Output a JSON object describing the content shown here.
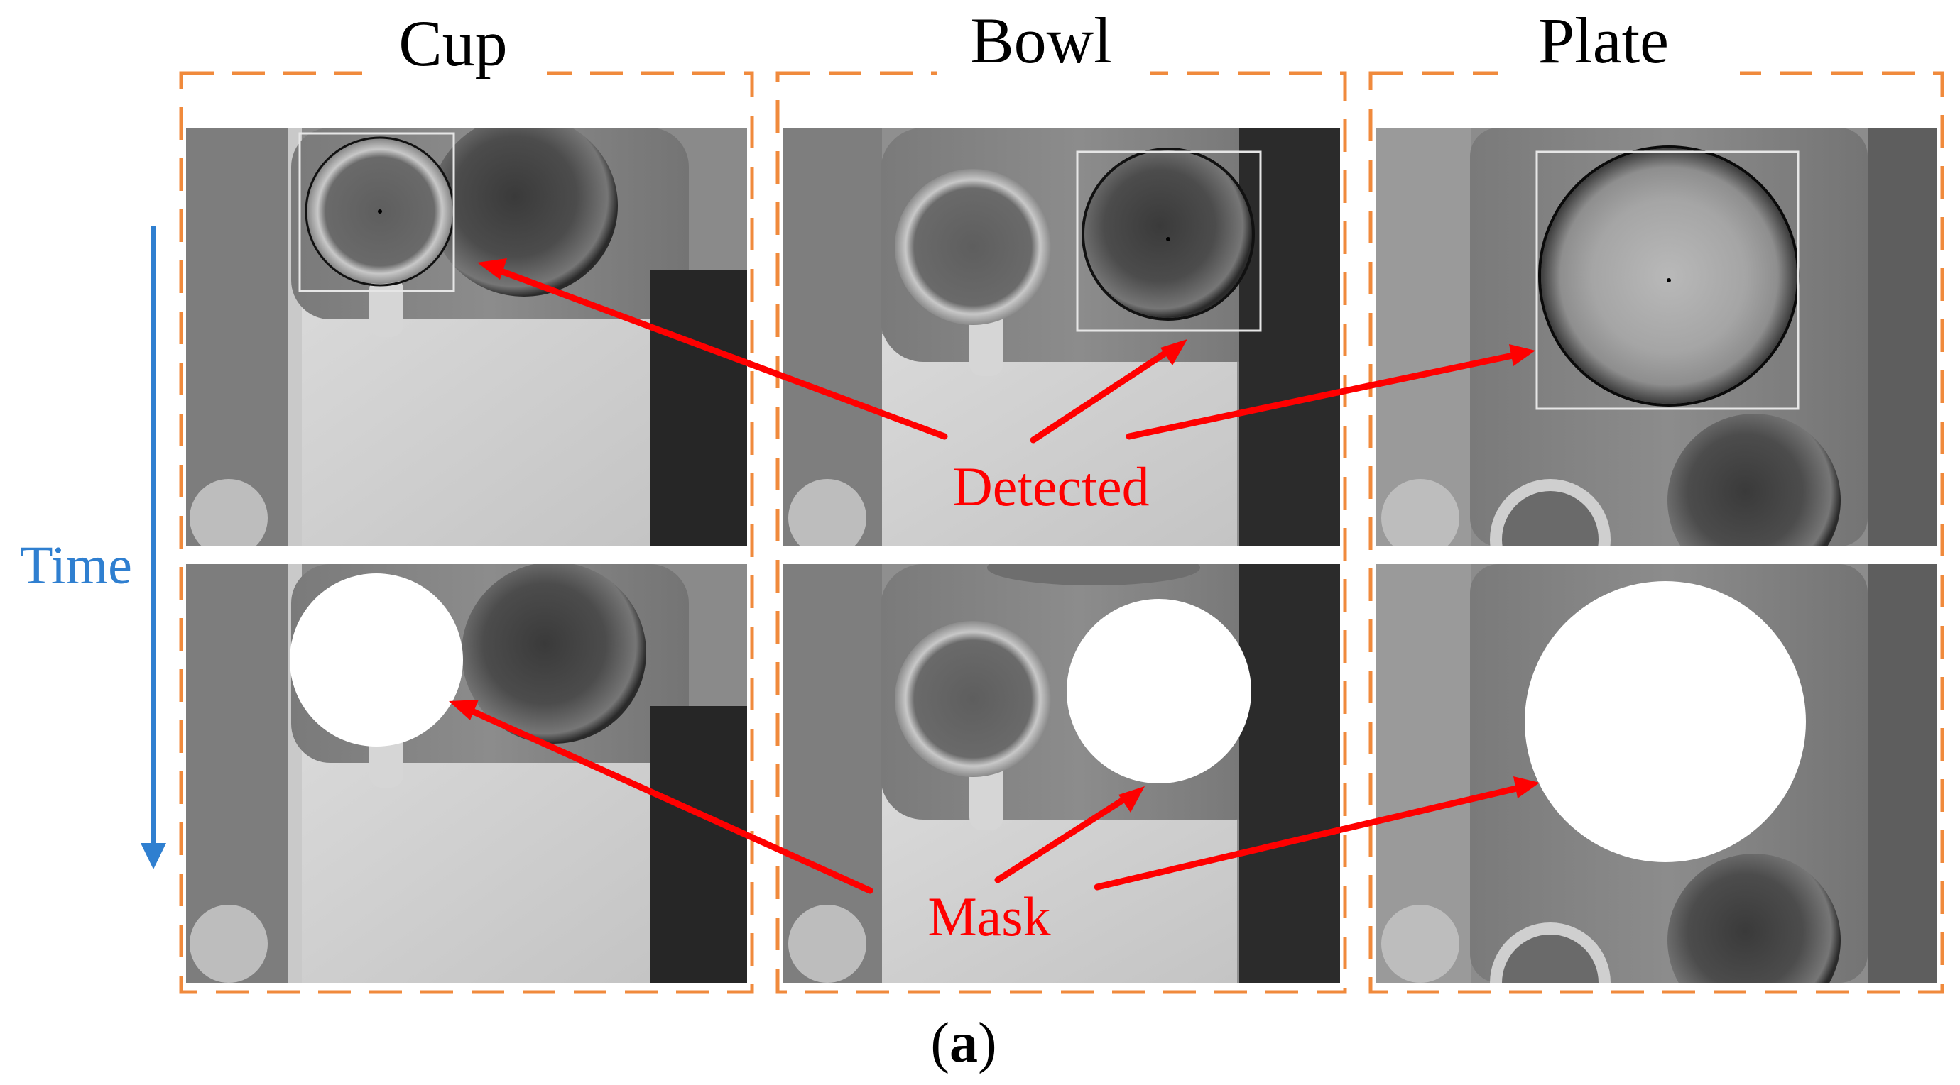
{
  "columns": [
    {
      "label": "Cup"
    },
    {
      "label": "Bowl"
    },
    {
      "label": "Plate"
    }
  ],
  "time_label": "Time",
  "annotations": {
    "detected": "Detected",
    "mask": "Mask"
  },
  "caption": {
    "open": "(",
    "letter": "a",
    "close": ")"
  },
  "colors": {
    "frame_border": "#f08a3c",
    "time_arrow": "#2f7fd0",
    "annotation_arrow": "#ff0000",
    "mask_fill": "#ffffff"
  }
}
